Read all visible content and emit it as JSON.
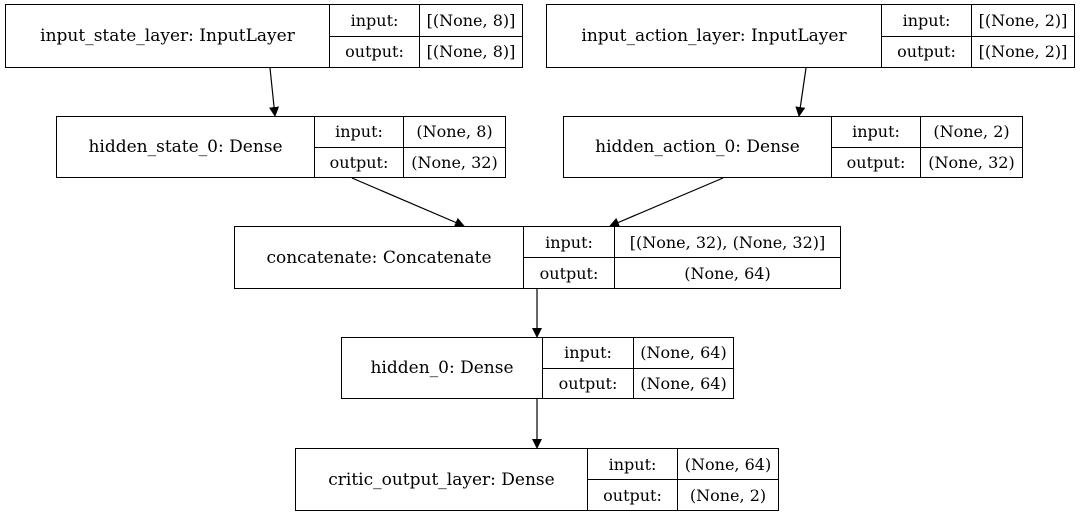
{
  "diagram": {
    "nodes": [
      {
        "id": "input_state_layer",
        "name": "input_state_layer: InputLayer",
        "input_label": "input:",
        "input_value": "[(None, 8)]",
        "output_label": "output:",
        "output_value": "[(None, 8)]"
      },
      {
        "id": "input_action_layer",
        "name": "input_action_layer: InputLayer",
        "input_label": "input:",
        "input_value": "[(None, 2)]",
        "output_label": "output:",
        "output_value": "[(None, 2)]"
      },
      {
        "id": "hidden_state_0",
        "name": "hidden_state_0: Dense",
        "input_label": "input:",
        "input_value": "(None, 8)",
        "output_label": "output:",
        "output_value": "(None, 32)"
      },
      {
        "id": "hidden_action_0",
        "name": "hidden_action_0: Dense",
        "input_label": "input:",
        "input_value": "(None, 2)",
        "output_label": "output:",
        "output_value": "(None, 32)"
      },
      {
        "id": "concatenate",
        "name": "concatenate: Concatenate",
        "input_label": "input:",
        "input_value": "[(None, 32), (None, 32)]",
        "output_label": "output:",
        "output_value": "(None, 64)"
      },
      {
        "id": "hidden_0",
        "name": "hidden_0: Dense",
        "input_label": "input:",
        "input_value": "(None, 64)",
        "output_label": "output:",
        "output_value": "(None, 64)"
      },
      {
        "id": "critic_output_layer",
        "name": "critic_output_layer: Dense",
        "input_label": "input:",
        "input_value": "(None, 64)",
        "output_label": "output:",
        "output_value": "(None, 2)"
      }
    ],
    "edges": [
      {
        "from": "input_state_layer",
        "to": "hidden_state_0"
      },
      {
        "from": "input_action_layer",
        "to": "hidden_action_0"
      },
      {
        "from": "hidden_state_0",
        "to": "concatenate"
      },
      {
        "from": "hidden_action_0",
        "to": "concatenate"
      },
      {
        "from": "concatenate",
        "to": "hidden_0"
      },
      {
        "from": "hidden_0",
        "to": "critic_output_layer"
      }
    ]
  }
}
